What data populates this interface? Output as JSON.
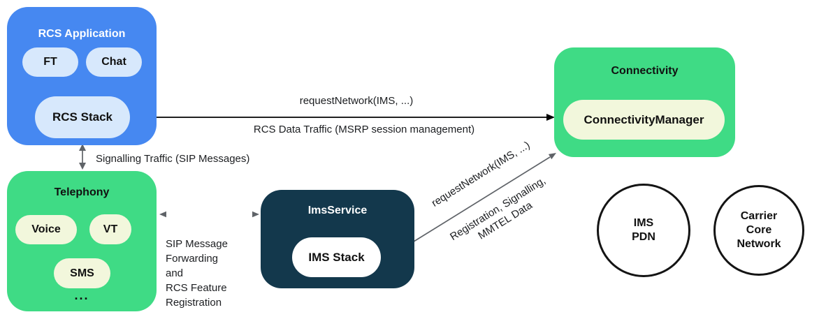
{
  "colors": {
    "box_blue": "#4688F1",
    "pill_light_blue": "#D7E8FC",
    "box_green": "#3FDB85",
    "pill_cream": "#F2F7DC",
    "box_navy": "#13384C",
    "pill_white": "#FFFFFF",
    "arrow_black": "#000000",
    "arrow_gray": "#5F6368",
    "circle_outline": "#141414"
  },
  "rcs_application": {
    "title": "RCS Application",
    "ft_label": "FT",
    "chat_label": "Chat",
    "rcs_stack_label": "RCS Stack"
  },
  "telephony": {
    "title": "Telephony",
    "voice_label": "Voice",
    "vt_label": "VT",
    "sms_label": "SMS",
    "more_label": "..."
  },
  "ims_service": {
    "title": "ImsService",
    "ims_stack_label": "IMS Stack"
  },
  "connectivity": {
    "title": "Connectivity",
    "manager_label": "ConnectivityManager"
  },
  "network_circles": {
    "ims_pdn": {
      "line1": "IMS",
      "line2": "PDN"
    },
    "carrier_core": {
      "line1": "Carrier",
      "line2": "Core",
      "line3": "Network"
    }
  },
  "arrow_labels": {
    "request_network_horizontal": "requestNetwork(IMS, ...)",
    "rcs_data_traffic": "RCS Data Traffic (MSRP session management)",
    "signalling_traffic": "Signalling Traffic (SIP Messages)",
    "sip_forwarding": [
      "SIP Message",
      "Forwarding",
      "and",
      "RCS Feature",
      "Registration"
    ],
    "request_network_diagonal": "requestNetwork(IMS, ...)",
    "registration_signalling_line1": "Registration, Signalling,",
    "registration_signalling_line2": "MMTEL Data"
  }
}
